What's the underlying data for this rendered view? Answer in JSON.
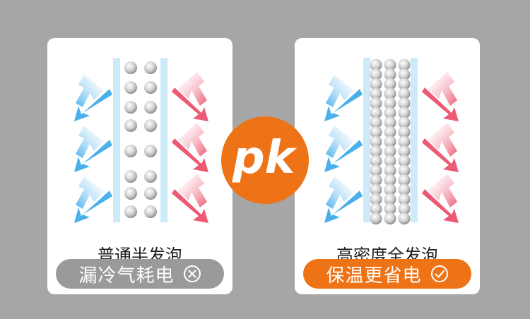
{
  "colors": {
    "background": "#a6a6a6",
    "cold_arrow": "#5bb8ec",
    "warm_arrow": "#ee5f78",
    "panel": "#cdeaf8",
    "bubble": "#b8b8b8",
    "left_pill": "#9a9a9a",
    "right_pill": "#ee7216",
    "pk_badge": "#ee7216"
  },
  "left_card": {
    "title": "普通半发泡",
    "badge_text": "漏冷气耗电",
    "badge_icon": "circle-x-icon"
  },
  "center_badge": {
    "text": "pk"
  },
  "right_card": {
    "title": "高密度全发泡",
    "badge_text": "保温更省电",
    "badge_icon": "circle-check-icon"
  }
}
